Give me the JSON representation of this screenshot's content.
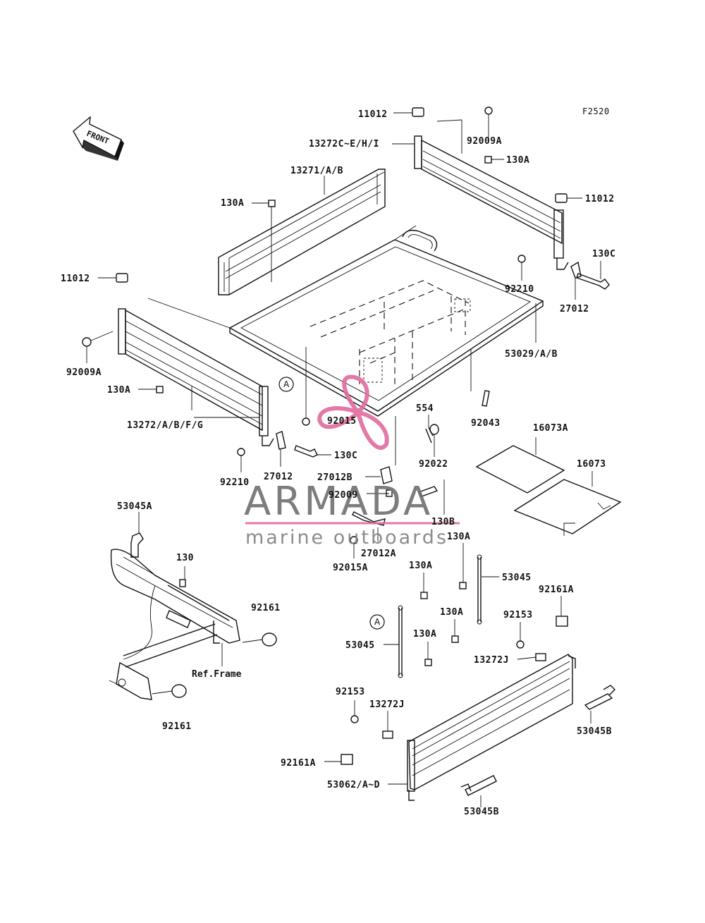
{
  "diagram": {
    "figure_code": "F2520",
    "front_arrow_label": "FRONT",
    "ref_note": "Ref.Frame",
    "circle_marker": "A",
    "watermark": {
      "brand": "ARMADA",
      "tagline": "marine outboards"
    },
    "labels": {
      "l11012_top": "11012",
      "l92009A_top": "92009A",
      "l13272C": "13272C~E/H/I",
      "l130A_right_top": "130A",
      "l13271": "13271/A/B",
      "l130A_left_top": "130A",
      "l11012_right": "11012",
      "l130C_right": "130C",
      "l92210_right": "92210",
      "l27012_right": "27012",
      "l11012_left": "11012",
      "l53029": "53029/A/B",
      "l92009A_left": "92009A",
      "l130A_left": "130A",
      "l13272AB": "13272/A/B/F/G",
      "l92015": "92015",
      "l554": "554",
      "l92043": "92043",
      "l16073A": "16073A",
      "l130C_mid": "130C",
      "l92022": "92022",
      "l16073": "16073",
      "l92210_left": "92210",
      "l27012_left": "27012",
      "l27012B": "27012B",
      "l92009": "92009",
      "l53045A": "53045A",
      "l130B": "130B",
      "l130A_c1": "130A",
      "l27012A": "27012A",
      "l130": "130",
      "l92015A": "92015A",
      "l130A_c2": "130A",
      "l53045_right": "53045",
      "l92161A_right": "92161A",
      "l92161_top": "92161",
      "l130A_c3": "130A",
      "l92153_right": "92153",
      "l53045_left": "53045",
      "l130A_c4": "130A",
      "l13272J_right": "13272J",
      "l92153_left": "92153",
      "l13272J_left": "13272J",
      "l92161_bottom": "92161",
      "l53045B_right": "53045B",
      "l92161A_left": "92161A",
      "l53062": "53062/A~D",
      "l53045B_bottom": "53045B"
    }
  }
}
